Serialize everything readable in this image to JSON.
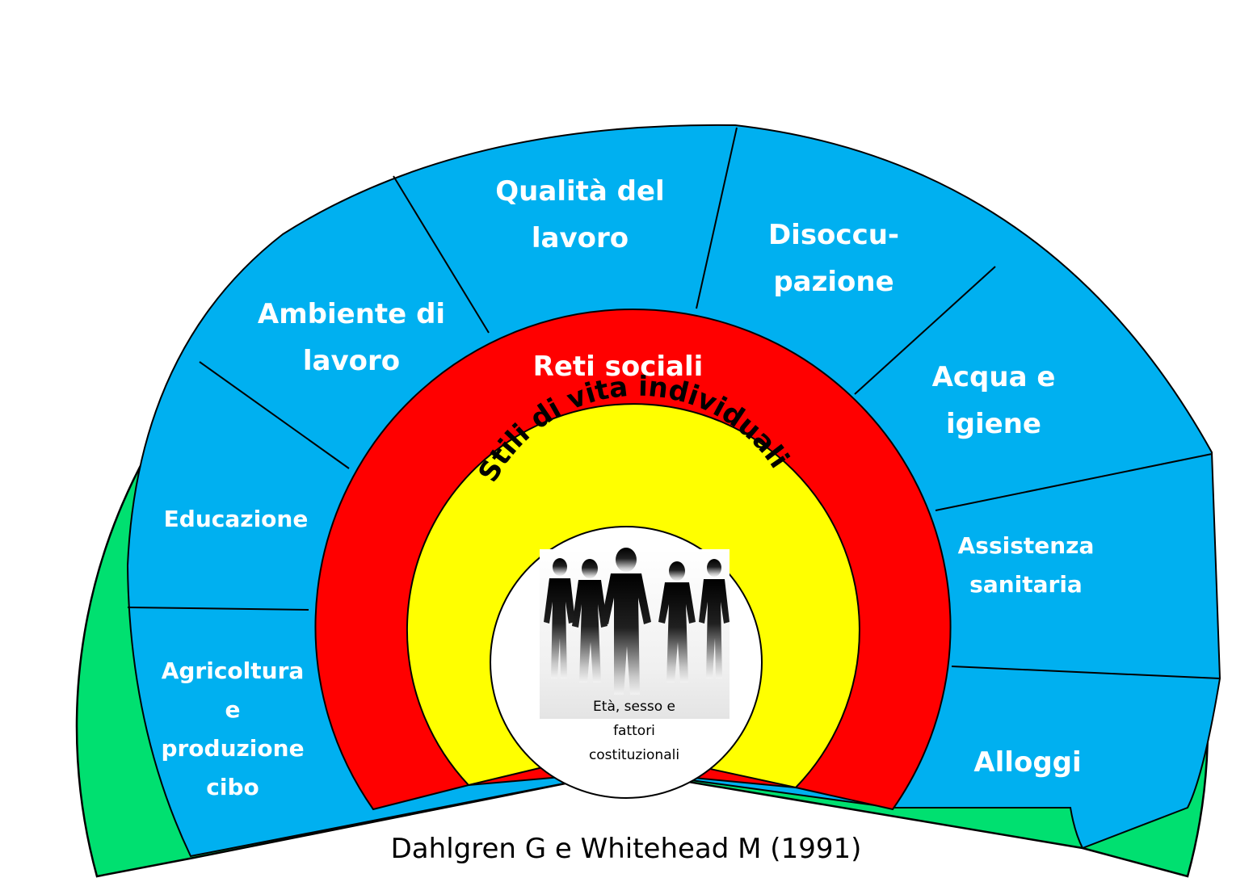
{
  "diagram": {
    "outer_ring": {
      "title": "Condizioni generali socio-economiche, culturali e ambientali",
      "color": "#00E070",
      "text_color": "#FFFFFF"
    },
    "sectors_color": "#00B0F0",
    "sectors": [
      {
        "id": "agricoltura",
        "lines": [
          "Agricoltura",
          "e",
          "produzione",
          "cibo"
        ]
      },
      {
        "id": "educazione",
        "lines": [
          "Educazione"
        ]
      },
      {
        "id": "ambiente-lavoro",
        "lines": [
          "Ambiente di",
          "lavoro"
        ]
      },
      {
        "id": "qualita-lavoro",
        "lines": [
          "Qualità del",
          "lavoro"
        ]
      },
      {
        "id": "disoccupazione",
        "lines": [
          "Disoccu-",
          "pazione"
        ]
      },
      {
        "id": "acqua-igiene",
        "lines": [
          "Acqua e",
          "igiene"
        ]
      },
      {
        "id": "assistenza-sanitaria",
        "lines": [
          "Assistenza",
          "sanitaria"
        ]
      },
      {
        "id": "alloggi",
        "lines": [
          "Alloggi"
        ]
      }
    ],
    "social_ring": {
      "label": "Reti sociali",
      "color": "#FF0000",
      "text_color": "#FFFFFF"
    },
    "lifestyle_ring": {
      "label": "Stili di vita individuali",
      "color": "#FFFF00",
      "text_color": "#000000"
    },
    "core": {
      "lines": [
        "Età, sesso e",
        "fattori",
        "costituzionali"
      ],
      "color": "#FFFFFF",
      "text_color": "#000000"
    },
    "citation": "Dahlgren G e  Whitehead M (1991)"
  }
}
